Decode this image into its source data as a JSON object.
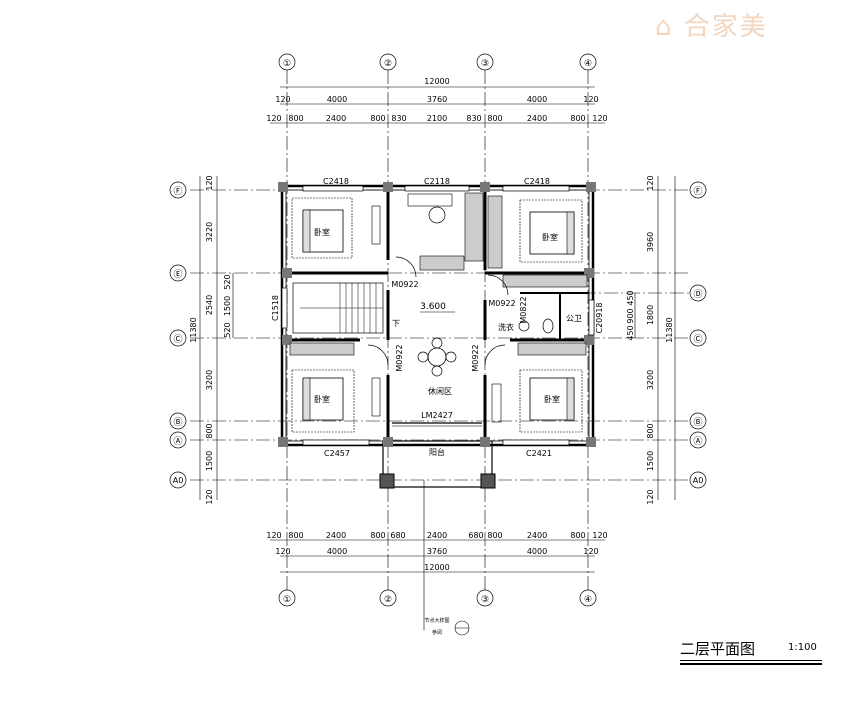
{
  "logo": {
    "icon": "house-logo-icon",
    "text": "合家美"
  },
  "title": {
    "main": "二层平面图",
    "scale": "1:100"
  },
  "axes": {
    "vertical": [
      "①",
      "②",
      "③",
      "④"
    ],
    "horizontal": [
      "Ⓕ",
      "Ⓔ",
      "Ⓒ",
      "Ⓑ",
      "Ⓐ",
      "A0"
    ],
    "right_extra": "Ⓓ"
  },
  "dims_top": {
    "total": "12000",
    "mid": [
      "120",
      "4000",
      "3760",
      "4000",
      "120"
    ],
    "fine": [
      "120",
      "800",
      "2400",
      "800",
      "830",
      "2100",
      "830",
      "800",
      "2400",
      "800",
      "120"
    ]
  },
  "dims_bottom": {
    "fine": [
      "120",
      "800",
      "2400",
      "800",
      "680",
      "2400",
      "680",
      "800",
      "2400",
      "800",
      "120"
    ],
    "mid": [
      "120",
      "4000",
      "3760",
      "4000",
      "120"
    ],
    "total": "12000"
  },
  "dims_left": {
    "outer": [
      "120",
      "3220",
      "2540",
      "3200",
      "800",
      "1500",
      "120"
    ],
    "inner": [
      "520",
      "1500",
      "520"
    ],
    "total": "11380"
  },
  "dims_right": {
    "outer": [
      "120",
      "3960",
      "1800",
      "3200",
      "800",
      "1500",
      "120"
    ],
    "inner": [
      "450",
      "900",
      "450"
    ],
    "total": "11380"
  },
  "windows": [
    "C2418",
    "C2118",
    "C2418",
    "C2457",
    "C2421",
    "C1518",
    "C20918"
  ],
  "doors": [
    "M0922",
    "M0922",
    "M0822",
    "M0922",
    "M0922",
    "LM2427"
  ],
  "rooms": {
    "bed1": "卧室",
    "bed2": "卧室",
    "bed3": "卧室",
    "bed4": "卧室",
    "lounge": "休闲区",
    "balcony": "阳台",
    "bath": "公卫",
    "wash": "洗衣",
    "elev": "3.600",
    "down": "下"
  },
  "section_mark": {
    "label": "节点大样图",
    "sub": "参阅"
  }
}
